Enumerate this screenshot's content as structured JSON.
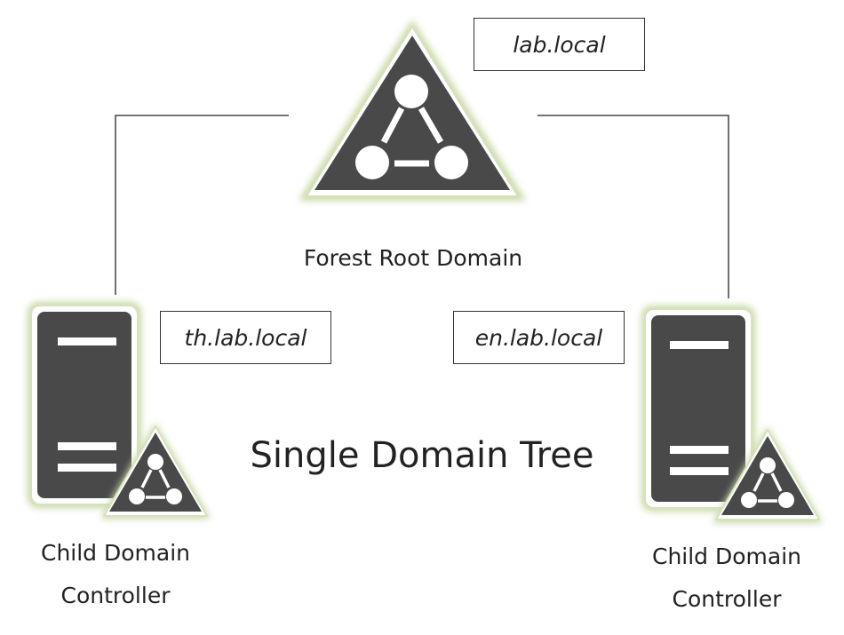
{
  "colors": {
    "icon_fill": "#494949",
    "icon_border": "#ffffff",
    "glow": "#c9d9a6",
    "line": "#222222"
  },
  "root": {
    "domain_label": "lab.local",
    "caption": "Forest Root Domain",
    "icon": "domain-triangle-icon"
  },
  "children": [
    {
      "domain_label": "th.lab.local",
      "caption_line1": "Child Domain",
      "caption_line2": "Controller",
      "icon": "server-icon"
    },
    {
      "domain_label": "en.lab.local",
      "caption_line1": "Child Domain",
      "caption_line2": "Controller",
      "icon": "server-icon"
    }
  ],
  "title": "Single Domain Tree"
}
